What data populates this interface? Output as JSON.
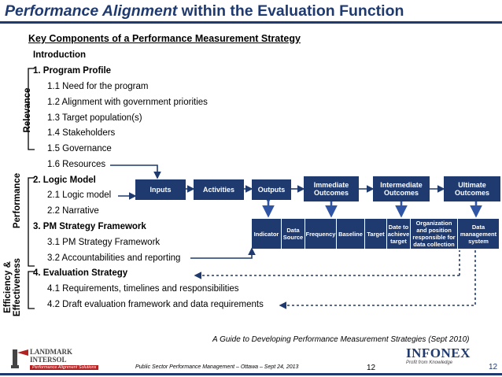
{
  "title": {
    "bold_part": "Performance Alignment",
    "rest": " within the Evaluation Function"
  },
  "subtitle": "Key Components of a Performance Measurement Strategy",
  "intro": "Introduction",
  "side_labels": {
    "relevance": "Relevance",
    "performance": "Performance",
    "efficiency": "Efficiency &",
    "effectiveness": "Effectiveness"
  },
  "sections": [
    {
      "heading": "1. Program Profile",
      "items": [
        "1.1 Need for the program",
        "1.2 Alignment with government priorities",
        "1.3 Target population(s)",
        "1.4 Stakeholders",
        "1.5 Governance",
        "1.6 Resources"
      ]
    },
    {
      "heading": "2. Logic Model",
      "items": [
        "2.1 Logic model",
        "2.2 Narrative"
      ]
    },
    {
      "heading": "3. PM Strategy Framework",
      "items": [
        "3.1 PM Strategy Framework",
        "3.2 Accountabilities and reporting"
      ]
    },
    {
      "heading": "4. Evaluation Strategy",
      "items": [
        "4.1 Requirements, timelines and responsibilities",
        "4.2 Draft evaluation framework and data requirements"
      ]
    }
  ],
  "logic_chain": [
    "Inputs",
    "Activities",
    "Outputs",
    "Immediate Outcomes",
    "Intermediate Outcomes",
    "Ultimate Outcomes"
  ],
  "framework_cells": [
    "Indicator",
    "Data Source",
    "Frequency",
    "Baseline",
    "Target",
    "Date to achieve target",
    "Organization and position responsible for data collection",
    "Data management system"
  ],
  "citation": "A Guide to Developing Performance Measurement Strategies (Sept 2010)",
  "footer": "Public Sector Performance Management – Ottawa – Sept 24, 2013",
  "page_number": "12",
  "page_number_right": "12",
  "logos": {
    "left_line1": "LANDMARK",
    "left_line2": "INTERSOL",
    "left_tagline": "Performance Alignment Solutions",
    "right_name": "INFONEX",
    "right_tagline": "Profit from Knowledge"
  },
  "colors": {
    "navy": "#1f3a6e",
    "arrow_blue": "#2f55a4"
  }
}
